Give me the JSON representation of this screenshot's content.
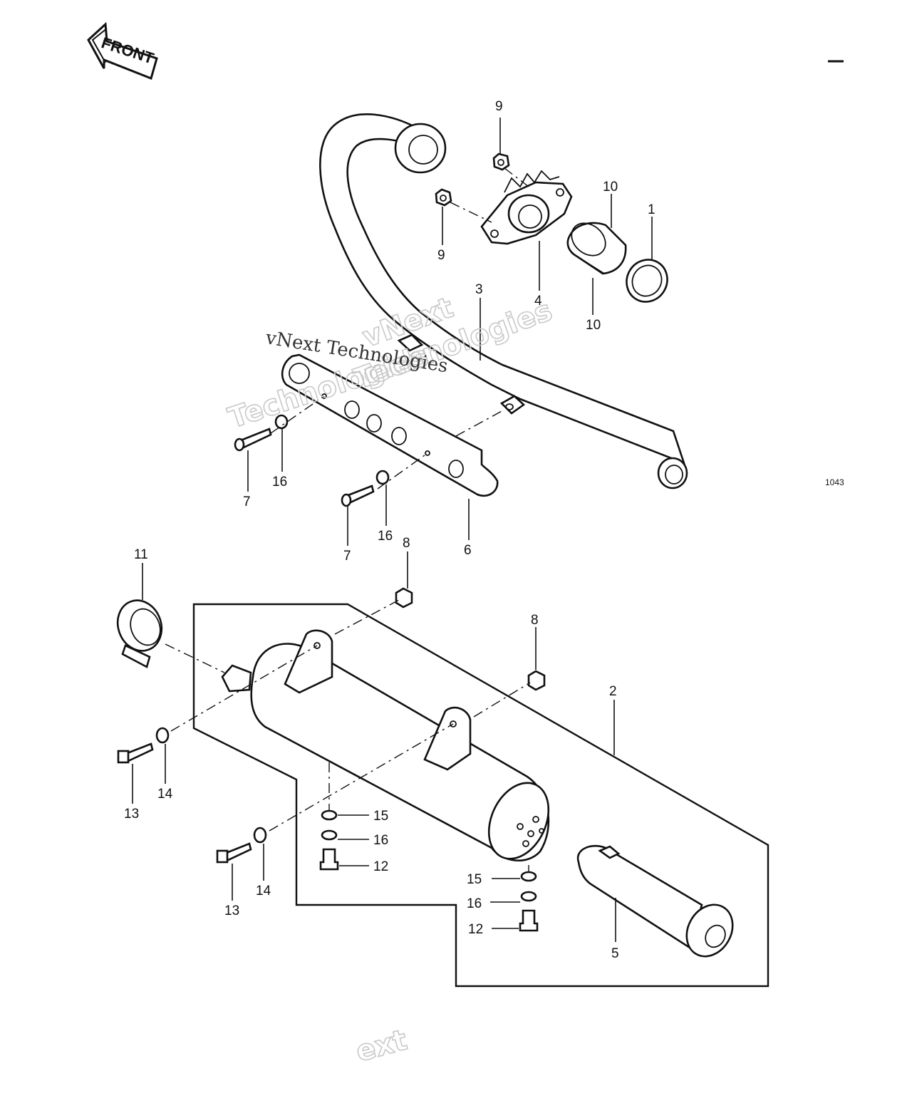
{
  "diagram": {
    "front_label": "FRONT",
    "page_code": "1043",
    "watermark": {
      "line1": "vNext Technologies",
      "outline_a": "vNext",
      "outline_b": "Technologies",
      "outline_c": "Technologies",
      "fragment": "ext"
    },
    "callouts": {
      "c1": "1",
      "c2": "2",
      "c3": "3",
      "c4": "4",
      "c5": "5",
      "c6": "6",
      "c7a": "7",
      "c7b": "7",
      "c8a": "8",
      "c8b": "8",
      "c9a": "9",
      "c9b": "9",
      "c10a": "10",
      "c10b": "10",
      "c11": "11",
      "c12a": "12",
      "c12b": "12",
      "c13a": "13",
      "c13b": "13",
      "c14a": "14",
      "c14b": "14",
      "c15a": "15",
      "c15b": "15",
      "c16a": "16",
      "c16b": "16",
      "c16c": "16",
      "c16d": "16"
    }
  }
}
